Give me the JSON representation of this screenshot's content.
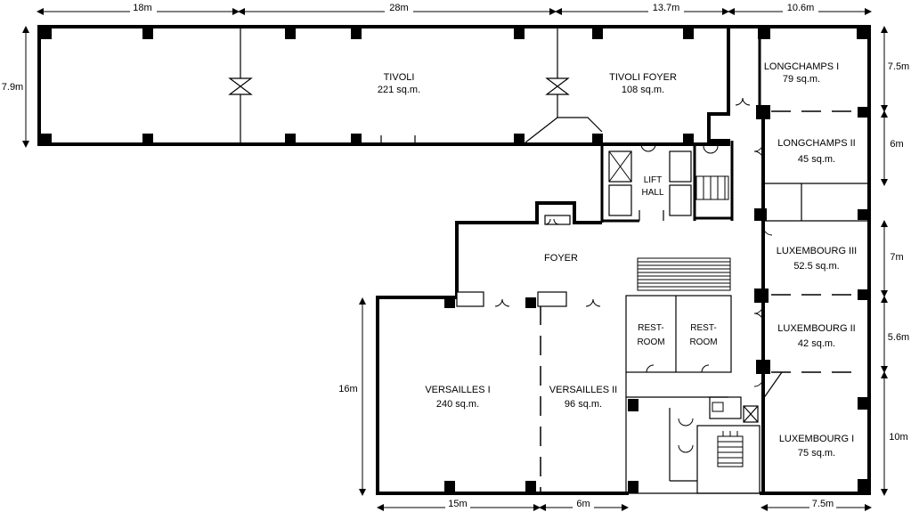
{
  "rooms": {
    "tivoli": {
      "name": "TIVOLI",
      "area": "221 sq.m."
    },
    "tivoli_foyer": {
      "name": "TIVOLI FOYER",
      "area": "108 sq.m."
    },
    "longchamps_1": {
      "name": "LONGCHAMPS  I",
      "area": "79 sq.m."
    },
    "longchamps_2": {
      "name": "LONGCHAMPS  II",
      "area": "45 sq.m."
    },
    "luxembourg_3": {
      "name": "LUXEMBOURG  III",
      "area": "52.5 sq.m."
    },
    "luxembourg_2": {
      "name": "LUXEMBOURG  II",
      "area": "42 sq.m."
    },
    "luxembourg_1": {
      "name": "LUXEMBOURG  I",
      "area": "75 sq.m."
    },
    "versailles_1": {
      "name": "VERSAILLES  I",
      "area": "240 sq.m."
    },
    "versailles_2": {
      "name": "VERSAILLES  II",
      "area": "96 sq.m."
    },
    "foyer": {
      "name": "FOYER"
    },
    "lift_hall": {
      "line1": "LIFT",
      "line2": "HALL"
    },
    "restroom_1": {
      "line1": "REST-",
      "line2": "ROOM"
    },
    "restroom_2": {
      "line1": "REST-",
      "line2": "ROOM"
    }
  },
  "dimensions": {
    "top": [
      "18m",
      "28m",
      "13.7m",
      "10.6m"
    ],
    "left_tivoli": "7.9m",
    "right": [
      "7.5m",
      "6m",
      "7m",
      "5.6m",
      "10m"
    ],
    "left_versailles": "16m",
    "bottom": [
      "15m",
      "6m",
      "7.5m"
    ]
  }
}
